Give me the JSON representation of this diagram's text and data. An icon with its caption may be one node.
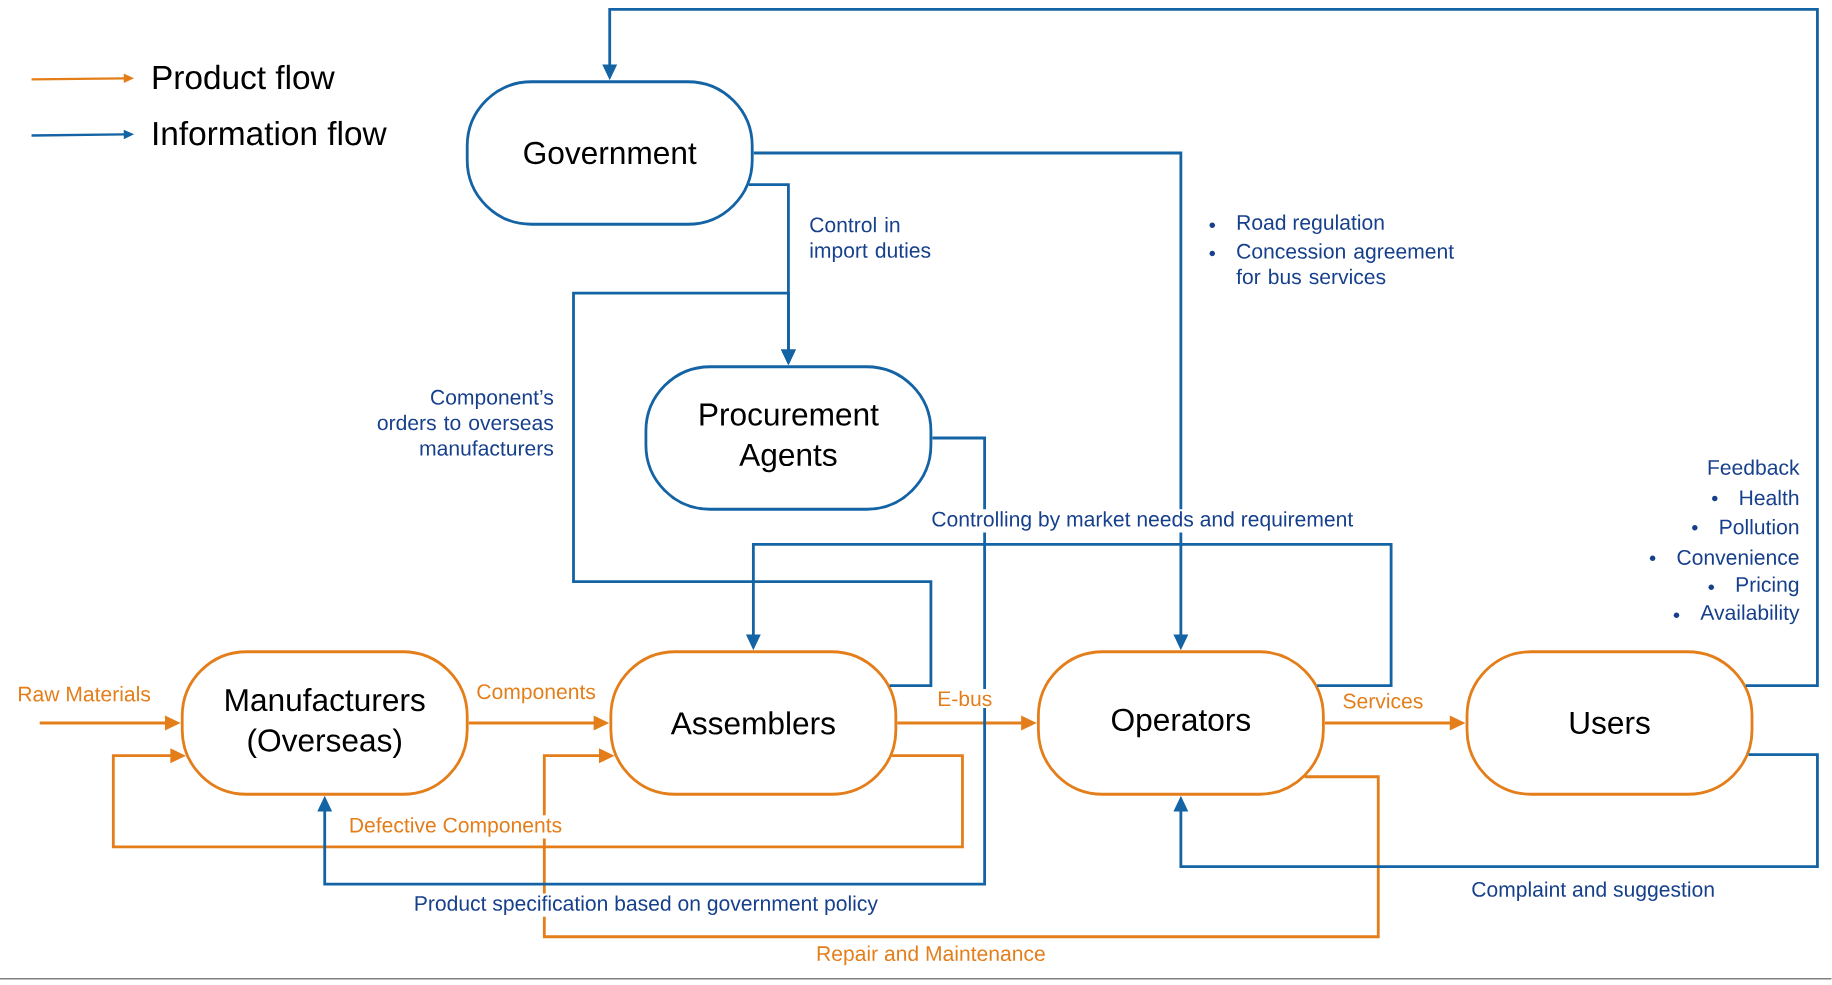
{
  "diagram": {
    "nodes": [
      {
        "text": [
          "Government"
        ]
      },
      {
        "text": [
          "Procurement Agents"
        ]
      },
      {
        "text": [
          "Manufacturers (Overseas)"
        ]
      },
      {
        "text": [
          "Assemblers"
        ]
      },
      {
        "text": [
          "Operators"
        ]
      },
      {
        "text": [
          "Users"
        ]
      }
    ],
    "edges": [
      {
        "from": null,
        "to": 2,
        "arrow": "to",
        "label": "Raw Materials",
        "color": "#e47e1a"
      },
      {
        "from": 2,
        "to": 3,
        "arrow": "to",
        "label": "Components",
        "color": "#e47e1a"
      },
      {
        "from": 3,
        "to": 4,
        "arrow": "to",
        "label": "E-bus",
        "color": "#e47e1a"
      },
      {
        "from": 4,
        "to": 5,
        "arrow": "to",
        "label": "Services",
        "color": "#e47e1a"
      },
      {
        "from": 3,
        "to": 2,
        "arrow": "to",
        "label": "Defective Components",
        "color": "#e47e1a"
      },
      {
        "from": 4,
        "to": 3,
        "arrow": "to",
        "label": "Repair and Maintenance",
        "color": "#e47e1a"
      },
      {
        "from": 0,
        "to": 1,
        "arrow": "to",
        "label": "Control in import duties"
      },
      {
        "from": 0,
        "to": 4,
        "arrow": "to"
      },
      {
        "from": 5,
        "to": 0,
        "arrow": "to"
      },
      {
        "from": 3,
        "to": 1,
        "arrow": "to",
        "label": "Component’s orders to overseas manufacturers"
      },
      {
        "from": 1,
        "to": 2,
        "arrow": "to",
        "label": "Product specification based on government policy"
      },
      {
        "from": 4,
        "to": 3,
        "arrow": "to",
        "label": "Controlling by market needs and requirement"
      },
      {
        "from": 5,
        "to": 4,
        "arrow": "to",
        "label": "Complaint and suggestion"
      }
    ],
    "labels": [
      "Road regulation",
      "Concession agreement for bus services",
      "Feedback",
      "Health",
      "Pollution",
      "Convenience",
      "Pricing",
      "Availability"
    ],
    "legend": [
      {
        "text": "Product flow"
      },
      {
        "text": "Information flow"
      }
    ]
  }
}
